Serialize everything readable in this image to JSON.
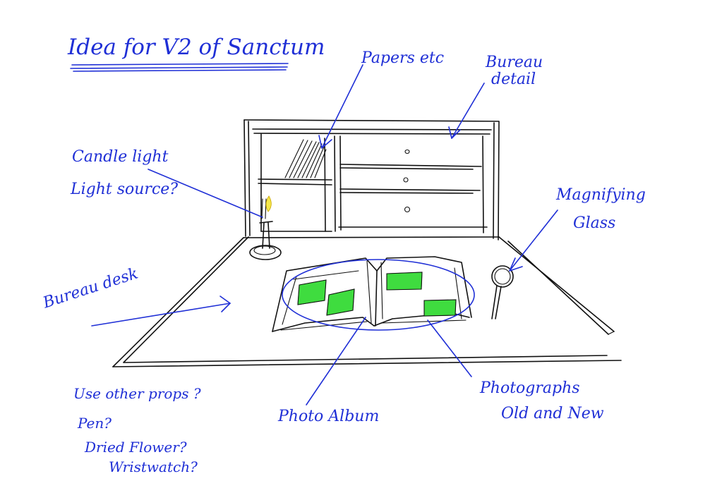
{
  "title": "Idea for V2 of Sanctum",
  "annotations": {
    "papers": "Papers etc",
    "bureau_detail_line1": "Bureau",
    "bureau_detail_line2": "detail",
    "candle_line1": "Candle light",
    "candle_line2": "Light source?",
    "magnifying_line1": "Magnifying",
    "magnifying_line2": "Glass",
    "bureau_desk": "Bureau desk",
    "photo_album": "Photo Album",
    "photographs_line1": "Photographs",
    "photographs_line2": "Old and New",
    "props_line1": "Use other props ?",
    "props_line2": "Pen?",
    "props_line3": "Dried Flower?",
    "props_line4": "Wristwatch?"
  },
  "colors": {
    "ink": "#111111",
    "annotation_blue": "#1f2fd6",
    "photo_green": "#3fdc3f",
    "flame_yellow": "#f5e74a"
  }
}
